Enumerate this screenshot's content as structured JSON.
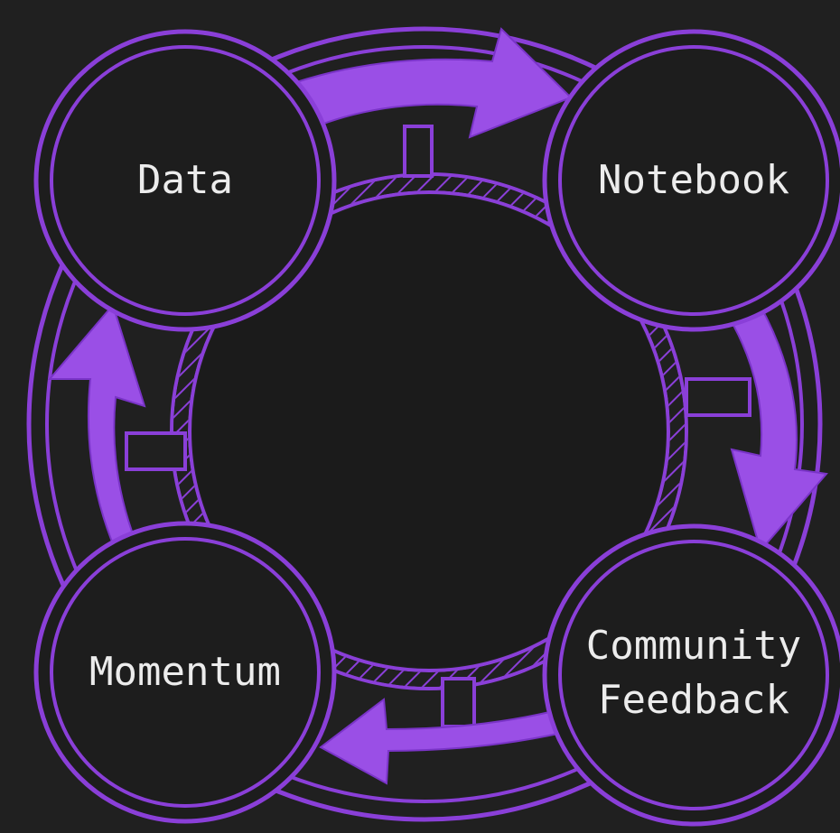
{
  "diagram": {
    "type": "cycle",
    "colors": {
      "background": "#202020",
      "accent": "#9a4fe6",
      "stroke": "#8a3fd8",
      "node_fill": "#1d1d1d",
      "text": "#ececec"
    },
    "nodes": [
      {
        "id": "data",
        "label": "Data"
      },
      {
        "id": "notebook",
        "label": "Notebook"
      },
      {
        "id": "community-feedback",
        "label_lines": [
          "Community",
          "Feedback"
        ]
      },
      {
        "id": "momentum",
        "label": "Momentum"
      }
    ],
    "edges": [
      {
        "from": "data",
        "to": "notebook"
      },
      {
        "from": "notebook",
        "to": "community-feedback"
      },
      {
        "from": "community-feedback",
        "to": "momentum"
      },
      {
        "from": "momentum",
        "to": "data"
      }
    ]
  }
}
